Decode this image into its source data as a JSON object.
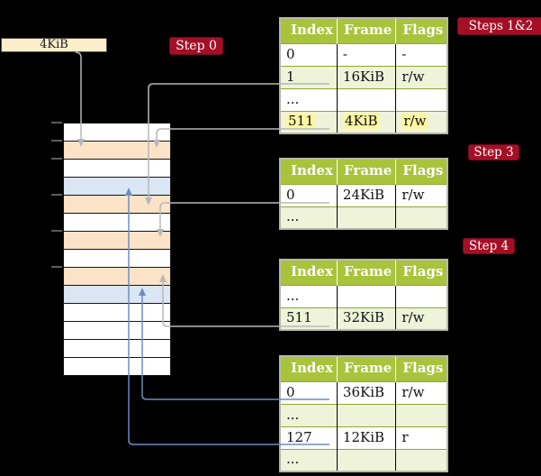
{
  "memory_box": {
    "label": "4KiB"
  },
  "step_labels": {
    "step0": "Step 0",
    "steps12": "Steps 1&2",
    "step3": "Step 3",
    "step4": "Step 4"
  },
  "page_tables": [
    {
      "name": "page-table-steps-1-2",
      "headers": [
        "Index",
        "Frame",
        "Flags"
      ],
      "rows": [
        {
          "cells": [
            "0",
            "-",
            "-"
          ],
          "shaded": false,
          "highlighted": false
        },
        {
          "cells": [
            "1",
            "16KiB",
            "r/w"
          ],
          "shaded": true,
          "highlighted": false
        },
        {
          "cells": [
            "...",
            "",
            ""
          ],
          "shaded": false,
          "highlighted": false
        },
        {
          "cells": [
            "511",
            "4KiB",
            "r/w"
          ],
          "shaded": true,
          "highlighted": true
        }
      ]
    },
    {
      "name": "page-table-step-3",
      "headers": [
        "Index",
        "Frame",
        "Flags"
      ],
      "rows": [
        {
          "cells": [
            "0",
            "24KiB",
            "r/w"
          ],
          "shaded": false,
          "highlighted": false
        },
        {
          "cells": [
            "...",
            "",
            ""
          ],
          "shaded": true,
          "highlighted": false
        }
      ]
    },
    {
      "name": "page-table-step-4-upper",
      "headers": [
        "Index",
        "Frame",
        "Flags"
      ],
      "rows": [
        {
          "cells": [
            "...",
            "",
            ""
          ],
          "shaded": false,
          "highlighted": false
        },
        {
          "cells": [
            "511",
            "32KiB",
            "r/w"
          ],
          "shaded": true,
          "highlighted": false
        }
      ]
    },
    {
      "name": "page-table-step-4-lower",
      "headers": [
        "Index",
        "Frame",
        "Flags"
      ],
      "rows": [
        {
          "cells": [
            "0",
            "36KiB",
            "r/w"
          ],
          "shaded": false,
          "highlighted": false
        },
        {
          "cells": [
            "...",
            "",
            ""
          ],
          "shaded": true,
          "highlighted": false
        },
        {
          "cells": [
            "127",
            "12KiB",
            "r"
          ],
          "shaded": false,
          "highlighted": false
        },
        {
          "cells": [
            "...",
            "",
            ""
          ],
          "shaded": true,
          "highlighted": false
        }
      ]
    }
  ],
  "memory_column": {
    "frame_size": "4KiB",
    "rows": [
      "white",
      "peach",
      "white",
      "blue",
      "peach",
      "white",
      "peach",
      "white",
      "peach",
      "blue",
      "white",
      "white",
      "white",
      "white"
    ]
  },
  "arrow_mappings": [
    {
      "from": "4KiB label box",
      "to": "memory frame at 4KiB",
      "color": "gray"
    },
    {
      "from": "table steps-1-2 index 1 (16KiB)",
      "to": "memory frame at 16KiB",
      "color": "gray"
    },
    {
      "from": "table steps-1-2 index 511 (4KiB)",
      "to": "memory frame at 4KiB",
      "color": "gray"
    },
    {
      "from": "table step-3 index 0 (24KiB)",
      "to": "memory frame at 24KiB",
      "color": "gray"
    },
    {
      "from": "table step-4 index 511 (32KiB)",
      "to": "memory frame at 32KiB",
      "color": "gray"
    },
    {
      "from": "table step-4 index 0 (36KiB)",
      "to": "memory frame at 36KiB",
      "color": "blue"
    },
    {
      "from": "table step-4 index 127 (12KiB)",
      "to": "memory frame at 12KiB",
      "color": "blue"
    }
  ],
  "colors": {
    "background": "#000000",
    "table_header_green": "#a9c33c",
    "table_row_light_green": "#eef3da",
    "highlight_yellow": "#fdf6a2",
    "frame_peach": "#fce3c8",
    "frame_blue": "#dbe6f5",
    "label_crimson": "#a50f26",
    "legend_cream": "#fbeecb",
    "arrow_gray": "#b7b7bb",
    "arrow_blue": "#6e8bc4"
  }
}
